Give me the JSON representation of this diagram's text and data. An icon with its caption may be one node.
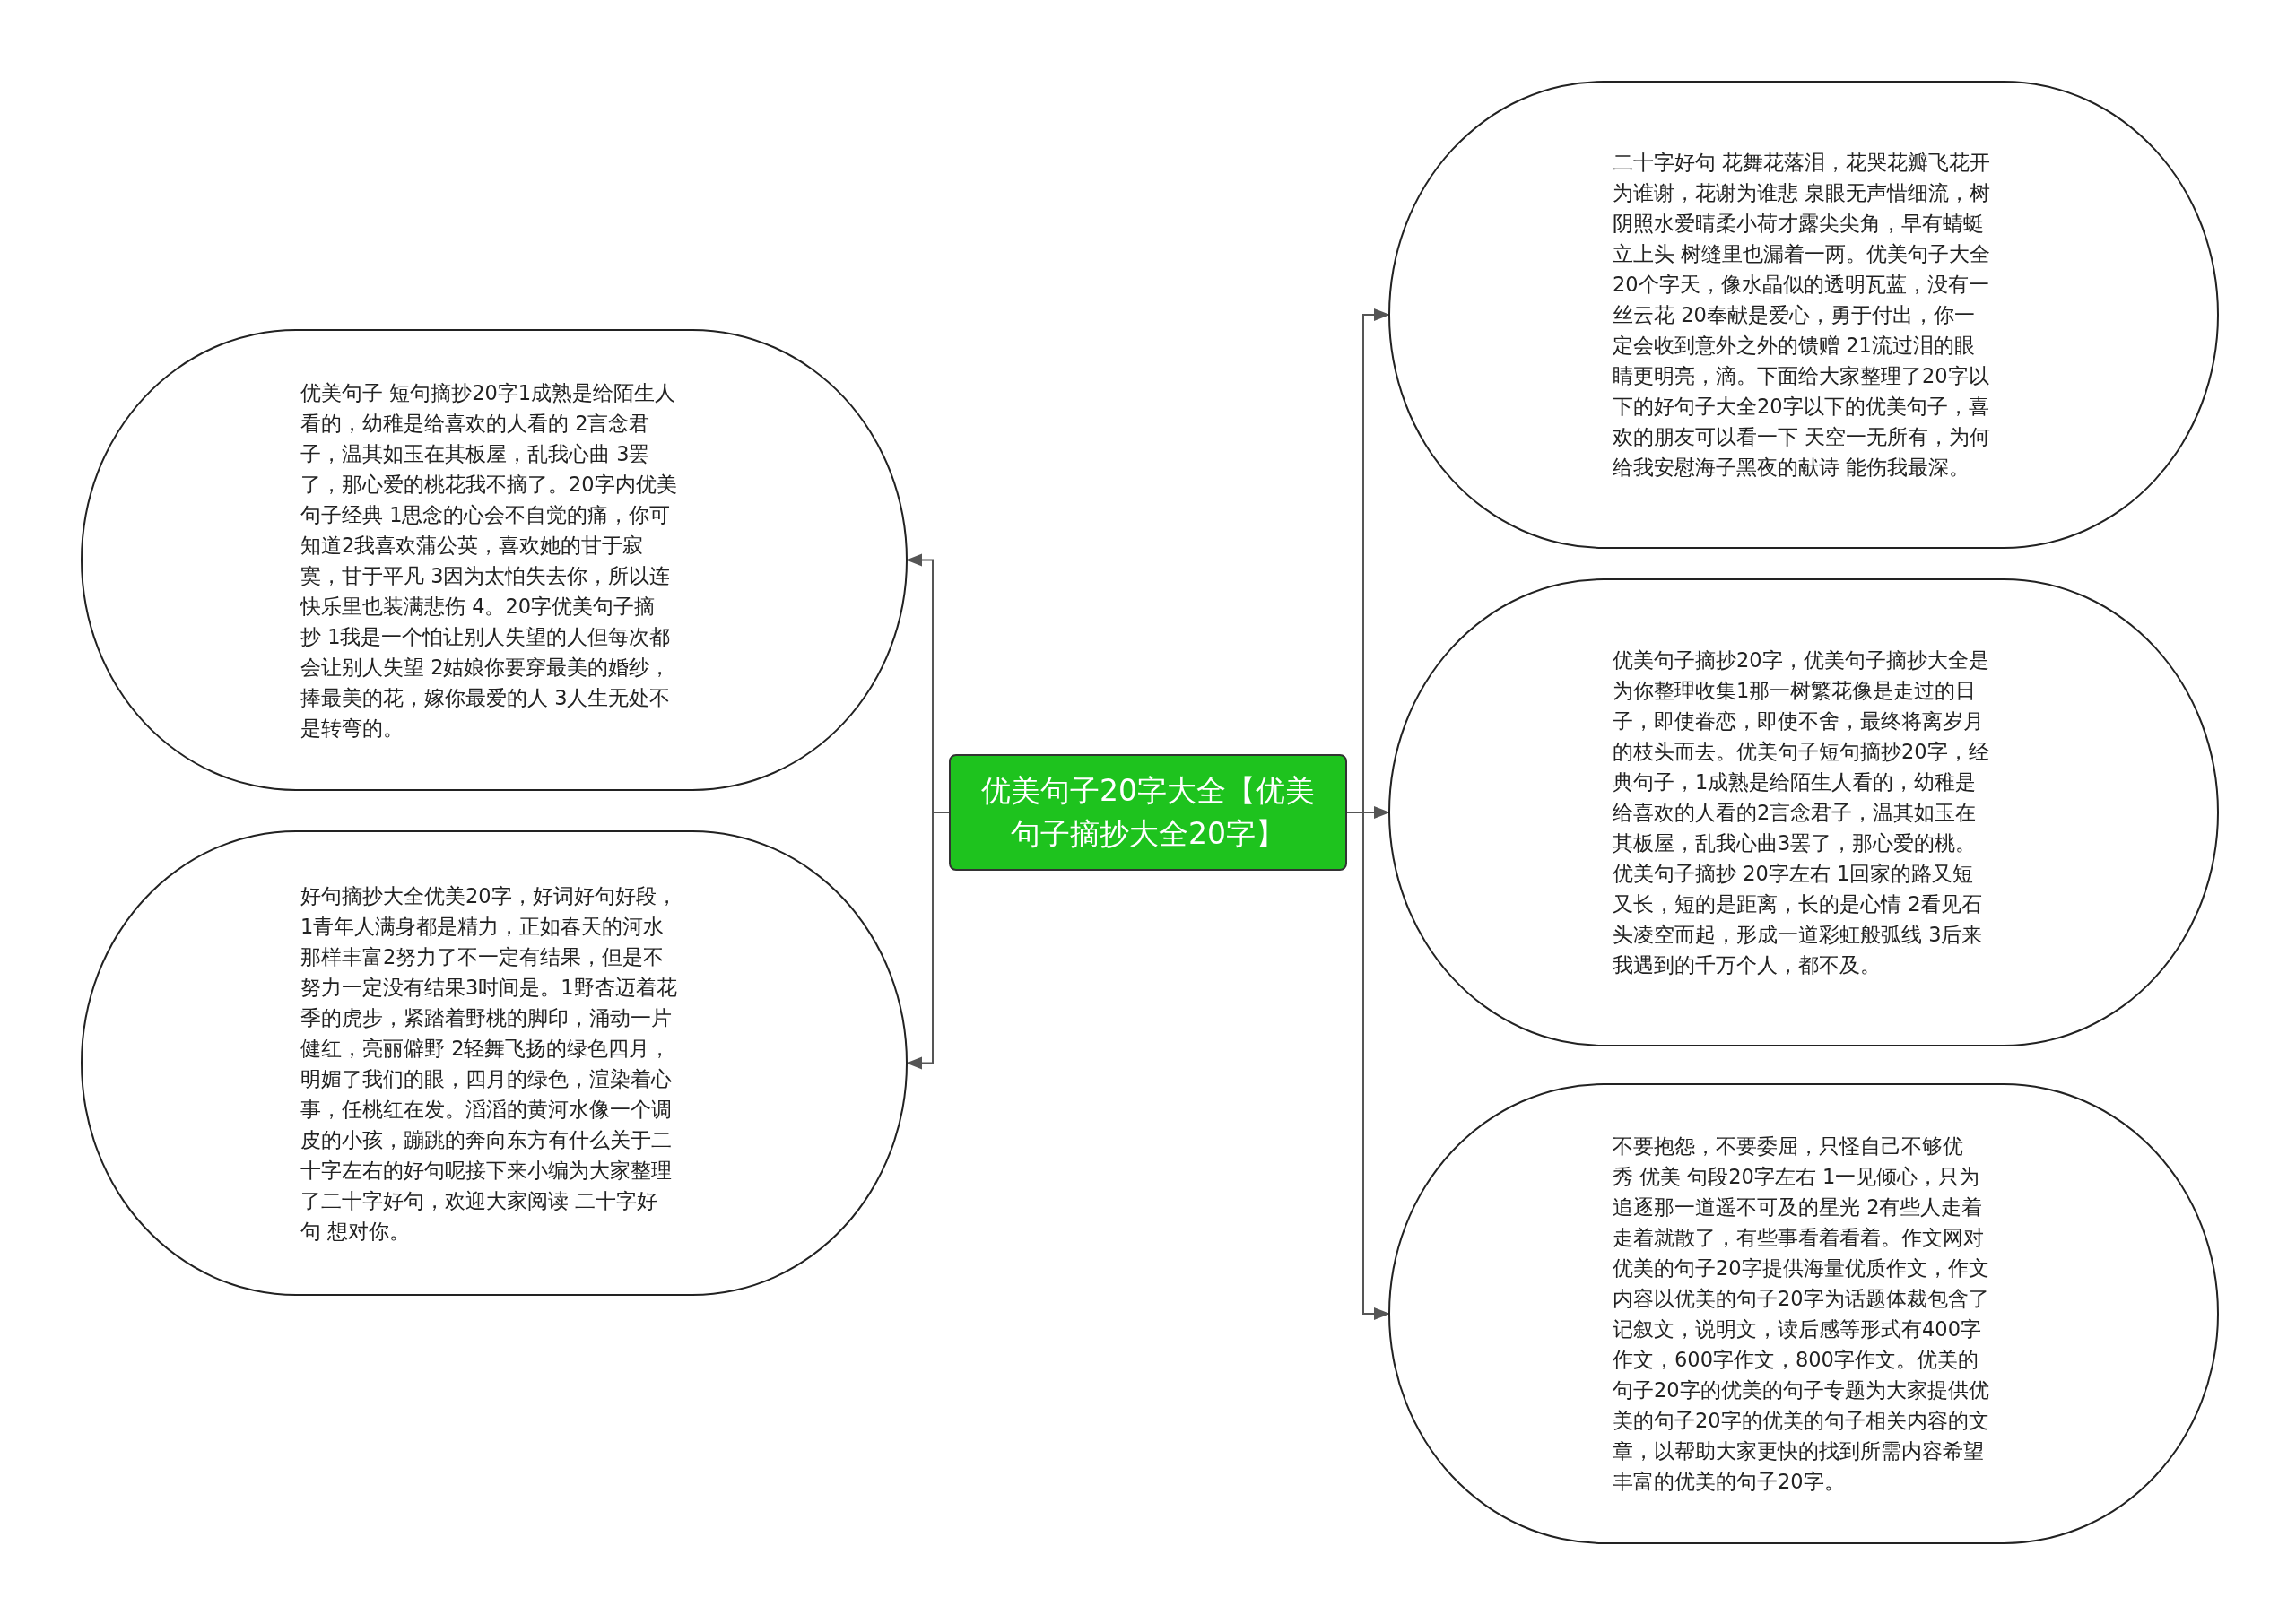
{
  "diagram": {
    "nodes": [
      {
        "text": [
          "优美句子20字大全【优美句子摘抄大全20字】"
        ]
      },
      {
        "text": [
          "优美句子 短句摘抄20字1成熟是给陌生人看的，幼稚是给喜欢的人看的 2言念君子，温其如玉在其板屋，乱我心曲 3罢了，那心爱的桃花我不摘了。20字内优美句子经典 1思念的心会不自觉的痛，你可知道2我喜欢蒲公英，喜欢她的甘于寂寞，甘于平凡 3因为太怕失去你，所以连快乐里也装满悲伤 4。20字优美句子摘抄 1我是一个怕让别人失望的人但每次都会让别人失望 2姑娘你要穿最美的婚纱，捧最美的花，嫁你最爱的人 3人生无处不是转弯的。"
        ]
      },
      {
        "text": [
          "好句摘抄大全优美20字，好词好句好段，1青年人满身都是精力，正如春天的河水那样丰富2努力了不一定有结果，但是不努力一定没有结果3时间是。1野杏迈着花季的虎步，紧踏着野桃的脚印，涌动一片健红，亮丽僻野 2轻舞飞扬的绿色四月，明媚了我们的眼，四月的绿色，渲染着心事，任桃红在发。滔滔的黄河水像一个调皮的小孩，蹦跳的奔向东方有什么关于二十字左右的好句呢接下来小编为大家整理了二十字好句，欢迎大家阅读 二十字好句 想对你。"
        ]
      },
      {
        "text": [
          "二十字好句 花舞花落泪，花哭花瓣飞花开为谁谢，花谢为谁悲 泉眼无声惜细流，树阴照水爱晴柔小荷才露尖尖角，早有蜻蜓立上头 树缝里也漏着一两。优美句子大全20个字天，像水晶似的透明瓦蓝，没有一丝云花 20奉献是爱心，勇于付出，你一定会收到意外之外的馈赠 21流过泪的眼睛更明亮，滴。下面给大家整理了20字以下的好句子大全20字以下的优美句子，喜欢的朋友可以看一下 天空一无所有，为何给我安慰海子黑夜的献诗 能伤我最深。"
        ]
      },
      {
        "text": [
          "优美句子摘抄20字，优美句子摘抄大全是为你整理收集1那一树繁花像是走过的日子，即使眷恋，即使不舍，最终将离岁月的枝头而去。优美句子短句摘抄20字，经典句子，1成熟是给陌生人看的，幼稚是给喜欢的人看的2言念君子，温其如玉在其板屋，乱我心曲3罢了，那心爱的桃。优美句子摘抄 20字左右 1回家的路又短又长，短的是距离，长的是心情 2看见石头凌空而起，形成一道彩虹般弧线 3后来我遇到的千万个人，都不及。"
        ]
      },
      {
        "text": [
          "不要抱怨，不要委屈，只怪自己不够优秀 优美 句段20字左右 1一见倾心，只为追逐那一道遥不可及的星光 2有些人走着走着就散了，有些事看着看着。作文网对优美的句子20字提供海量优质作文，作文内容以优美的句子20字为话题体裁包含了记叙文，说明文，读后感等形式有400字作文，600字作文，800字作文。优美的句子20字的优美的句子专题为大家提供优美的句子20字的优美的句子相关内容的文章，以帮助大家更快的找到所需内容希望丰富的优美的句子20字。"
        ]
      }
    ],
    "edges": [
      {
        "from": 0,
        "to": 1,
        "arrow": "to"
      },
      {
        "from": 0,
        "to": 2,
        "arrow": "to"
      },
      {
        "from": 0,
        "to": 3,
        "arrow": "to"
      },
      {
        "from": 0,
        "to": 4,
        "arrow": "to"
      },
      {
        "from": 0,
        "to": 5,
        "arrow": "to"
      }
    ]
  }
}
